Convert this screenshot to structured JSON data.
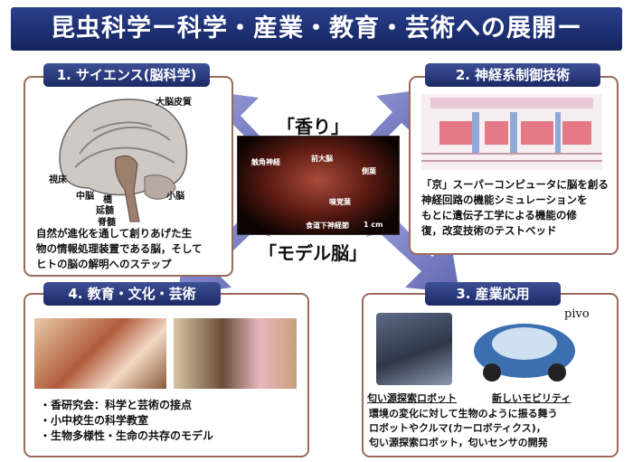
{
  "title": "昆虫科学ー科学・産業・教育・芸術への展開ー",
  "center": {
    "label_top": "「香り」",
    "label_bottom": "「モデル脳」",
    "image_labels": [
      "触角神経",
      "前大脳",
      "側葉",
      "嗅覚葉",
      "食道下神経節",
      "1 cm"
    ]
  },
  "panels": [
    {
      "header": "1. サイエンス(脳科学)",
      "brain_labels": [
        "大脳皮質",
        "視床",
        "中脳",
        "橋",
        "延髄",
        "脊髄",
        "小脳"
      ],
      "text_lines": [
        "自然が進化を通して創りあげた生",
        "物の情報処理装置である脳，そして",
        "ヒトの脳の解明へのステップ"
      ]
    },
    {
      "header": "2. 神経系制御技術",
      "text_lines": [
        "「京」スーパーコンピュータに脳を創る",
        "神経回路の機能シミュレーションを",
        "もとに遺伝子工学による機能の修",
        "復，改変技術のテストベッド"
      ]
    },
    {
      "header": "3. 産業応用",
      "image_labels": [
        "匂い源探索ロボット",
        "新しいモビリティ"
      ],
      "brand_label": "pivo",
      "text_lines": [
        "環境の変化に対して生物のように振る舞う",
        "ロボットやクルマ(カーロボティクス)，",
        "匂い源探索ロボット，匂いセンサの開発"
      ]
    },
    {
      "header": "4. 教育・文化・芸術",
      "bullets": [
        "・香研究会：科学と芸術の接点",
        "・小中校生の科学教室",
        "・生物多様性・生命の共存のモデル"
      ]
    }
  ],
  "colors": {
    "title_bg": "#1f2f72",
    "header_bg": "#2a3a82",
    "arrow": "#6f74bd",
    "panel_border": "#9a6a5a"
  }
}
